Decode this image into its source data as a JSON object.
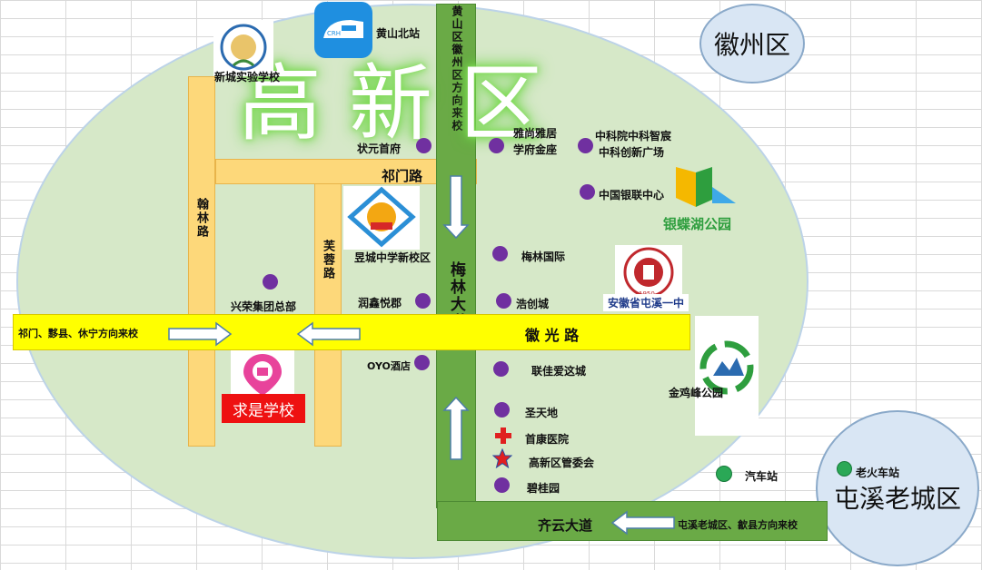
{
  "title": "高新区",
  "districts": {
    "huizhou": "徽州区",
    "tunxi_old": "屯溪老城区"
  },
  "roads": {
    "qimen_road": "祁门路",
    "hanlin_road": "翰林路",
    "furong_road": "芙蓉路",
    "huiguang_road": "徽 光 路",
    "meilin_avenue": "梅林大道",
    "qiyun_avenue": "齐云大道",
    "north_approach": "黄山区徽州区方向来校"
  },
  "directions": {
    "west": "祁门、黟县、休宁方向来校",
    "southeast": "屯溪老城区、歙县方向来校"
  },
  "places": {
    "huangshan_north": "黄山北站",
    "xincheng_school": "新城实验学校",
    "zhuangyuan": "状元首府",
    "yasun": "雅尚雅居",
    "xuefu": "学府金座",
    "zhongkeyuan": "中科院中科智宸",
    "zhongke_plaza": "中科创新广场",
    "unionpay": "中国银联中心",
    "yindiehu": "银蝶湖公园",
    "yucheng": "昱城中学新校区",
    "meilin_intl": "梅林国际",
    "xingrong": "兴荣集团总部",
    "runxin": "润鑫悦郡",
    "haochuang": "浩创城",
    "tunxi_no1": "安徽省屯溪一中",
    "oyo": "OYO酒店",
    "lianjia": "联佳爱这城",
    "qiushi": "求是学校",
    "jinjifeng": "金鸡峰公园",
    "shengtiandi": "圣天地",
    "shoukang": "首康医院",
    "guanweihui": "高新区管委会",
    "biguiyuan": "碧桂园",
    "bus_station": "汽车站",
    "old_station": "老火车站"
  },
  "tunxi_no1_year": "1950",
  "colors": {
    "ground": "#d6e8c8",
    "road_orange": "#fdd87a",
    "road_yellow": "#ffff00",
    "road_green": "#6aaa46",
    "poi_dot": "#7030a0",
    "station_dot": "#2aa856",
    "qiushi_label_bg": "#ee1111",
    "qiushi_pin": "#e8439b"
  },
  "icons": {
    "train_app": "crh-train-icon",
    "hospital": "red-cross-icon",
    "government": "red-star-icon",
    "arrow": "white-arrow-icon"
  }
}
